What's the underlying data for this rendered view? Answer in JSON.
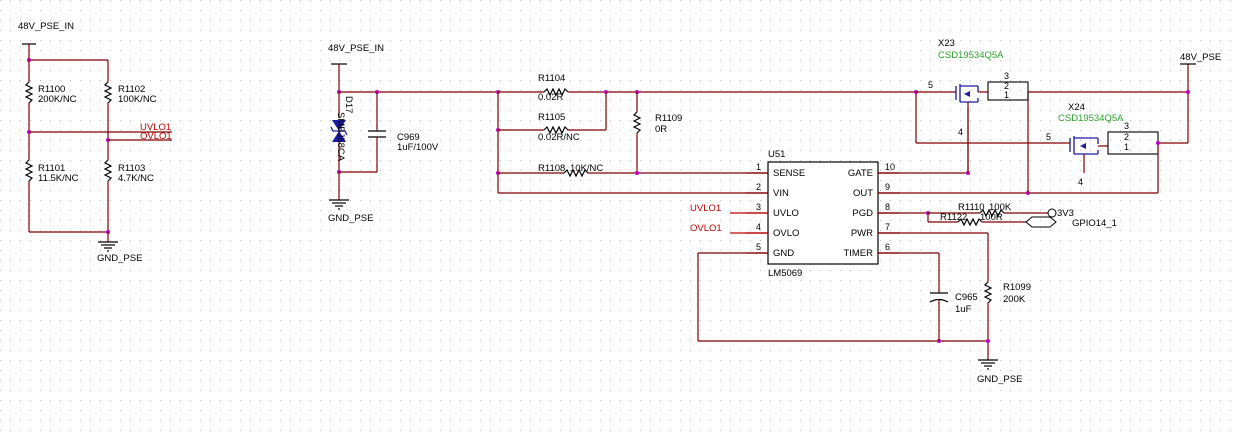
{
  "nets": {
    "vin_top_left": "48V_PSE_IN",
    "vin_mid": "48V_PSE_IN",
    "vout": "48V_PSE",
    "gnd_left": "GND_PSE",
    "gnd_mid": "GND_PSE",
    "gnd_right": "GND_PSE",
    "uvlo_left": "UVLO1",
    "ovlo_left": "OVLO1",
    "uvlo_ic": "UVLO1",
    "ovlo_ic": "OVLO1",
    "v3v3": "3V3",
    "gpio": "GPIO14_1"
  },
  "parts": {
    "r1100": {
      "ref": "R1100",
      "value": "200K/NC"
    },
    "r1101": {
      "ref": "R1101",
      "value": "11.5K/NC"
    },
    "r1102": {
      "ref": "R1102",
      "value": "100K/NC"
    },
    "r1103": {
      "ref": "R1103",
      "value": "4.7K/NC"
    },
    "d17": {
      "ref": "D17",
      "value": "SMBJ58CA"
    },
    "c969": {
      "ref": "C969",
      "value": "1uF/100V"
    },
    "r1104": {
      "ref": "R1104",
      "value": "0.02R"
    },
    "r1105": {
      "ref": "R1105",
      "value": "0.02R/NC"
    },
    "r1108": {
      "ref": "R1108",
      "value": "10K/NC"
    },
    "r1109": {
      "ref": "R1109",
      "value": "0R"
    },
    "x23": {
      "ref": "X23",
      "value": "CSD19534Q5A"
    },
    "x24": {
      "ref": "X24",
      "value": "CSD19534Q5A"
    },
    "r1110": {
      "ref": "R1110",
      "value": "100K"
    },
    "r1122": {
      "ref": "R1122",
      "value": "100R"
    },
    "c965": {
      "ref": "C965",
      "value": "1uF"
    },
    "r1099": {
      "ref": "R1099",
      "value": "200K"
    }
  },
  "ic": {
    "ref": "U51",
    "part": "LM5069",
    "pins_left": [
      {
        "num": "1",
        "name": "SENSE"
      },
      {
        "num": "2",
        "name": "VIN"
      },
      {
        "num": "3",
        "name": "UVLO"
      },
      {
        "num": "4",
        "name": "OVLO"
      },
      {
        "num": "5",
        "name": "GND"
      }
    ],
    "pins_right": [
      {
        "num": "10",
        "name": "GATE"
      },
      {
        "num": "9",
        "name": "OUT"
      },
      {
        "num": "8",
        "name": "PGD"
      },
      {
        "num": "7",
        "name": "PWR"
      },
      {
        "num": "6",
        "name": "TIMER"
      }
    ]
  },
  "fet_pins": {
    "x23_gate": "5",
    "x23_tab": "4",
    "x23_pin3": "3",
    "x23_pin2": "2",
    "x23_pin1": "1",
    "x24_gate": "5",
    "x24_tab": "4",
    "x24_pin3": "3",
    "x24_pin2": "2",
    "x24_pin1": "1"
  }
}
